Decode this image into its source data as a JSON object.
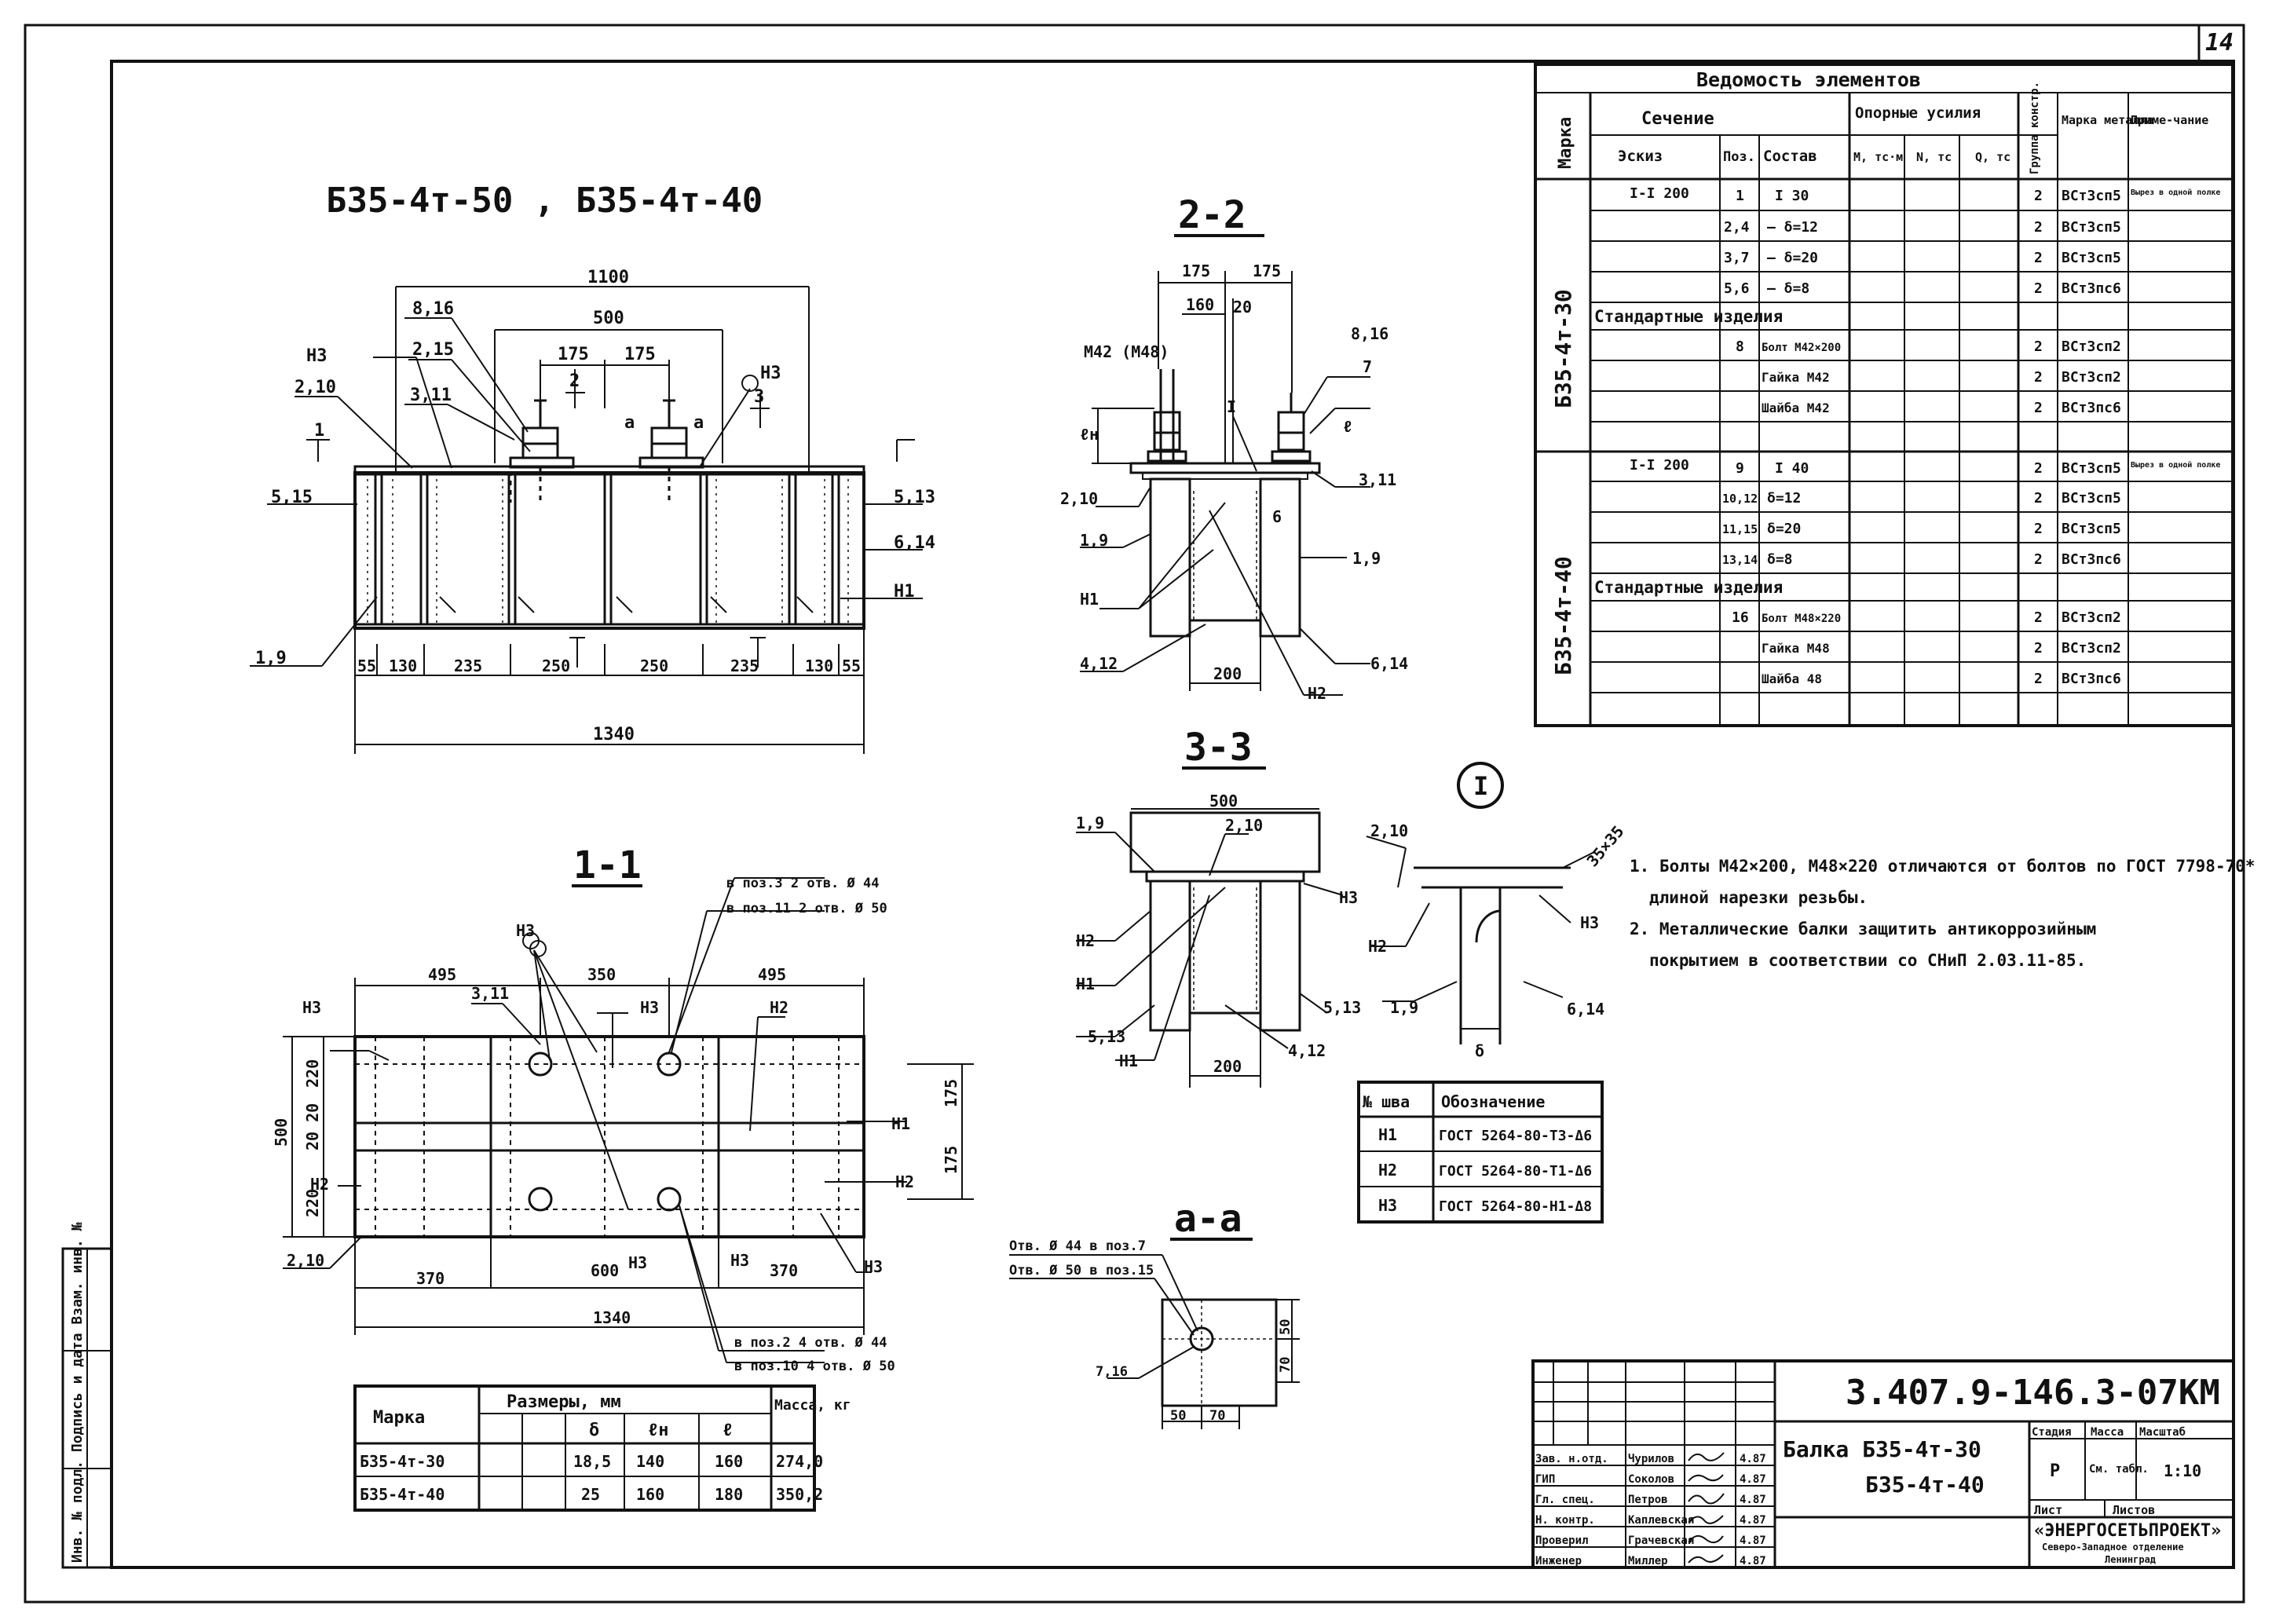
{
  "sheet": {
    "number": "14"
  },
  "main_title": "Б35-4т-50 , Б35-4т-40",
  "sections": {
    "s22": "2-2",
    "s33": "3-3",
    "s11": "1-1",
    "saa": "а-а",
    "node": "I"
  },
  "elevation": {
    "dims": {
      "d1100": "1100",
      "d500": "500",
      "d175a": "175",
      "d175b": "175",
      "d1340": "1340",
      "bottom": [
        "55",
        "130",
        "235",
        "250",
        "250",
        "235",
        "130",
        "55"
      ]
    },
    "labels": {
      "p816": "8,16",
      "p215": "2,15",
      "p311": "3,11",
      "p210": "2,10",
      "p515l": "5,15",
      "p515r": "5,13",
      "p614": "6,14",
      "p19": "1,9",
      "n3a": "Н3",
      "n3b": "Н3",
      "n1": "Н1",
      "cut1": "1",
      "cut2": "2",
      "cut3": "3",
      "a1": "а",
      "a2": "а"
    }
  },
  "section22": {
    "dims": {
      "d175a": "175",
      "d175b": "175",
      "d160": "160",
      "d20": "20",
      "d200": "200"
    },
    "labels": {
      "bolt": "М42 (М48)",
      "p816": "8,16",
      "p7": "7",
      "p210": "2,10",
      "p19a": "1,9",
      "p19b": "1,9",
      "n1": "Н1",
      "p412": "4,12",
      "p614": "6,14",
      "n2": "Н2",
      "p311": "3,11",
      "ln": "ℓн",
      "l": "ℓ",
      "node": "I",
      "p6": "6"
    }
  },
  "section33": {
    "dims": {
      "d500": "500",
      "d200": "200"
    },
    "labels": {
      "p19": "1,9",
      "p210": "2,10",
      "n3": "Н3",
      "n2": "Н2",
      "n1a": "Н1",
      "n1b": "Н1",
      "p513l": "5,13",
      "p513r": "5,13",
      "p412": "4,12"
    }
  },
  "node_detail": {
    "labels": {
      "p210": "2,10",
      "n2": "Н2",
      "n3": "Н3",
      "p19": "1,9",
      "p614": "6,14",
      "delta": "δ",
      "angle": "35×35"
    }
  },
  "section11": {
    "dims": {
      "d495a": "495",
      "d350": "350",
      "d495b": "495",
      "d370a": "370",
      "d600": "600",
      "d370b": "370",
      "d1340": "1340",
      "d500": "500",
      "d220a": "220",
      "d2020": "20 20",
      "d220b": "220",
      "d175a": "175",
      "d175b": "175"
    },
    "labels": {
      "n3": "Н3",
      "p311": "3,11",
      "n3b": "Н3",
      "n2": "Н2",
      "n3c": "Н3",
      "n1": "Н1",
      "n2b": "Н2",
      "n2c": "Н2",
      "p210": "2,10",
      "n3d": "Н3",
      "n3e": "Н3",
      "n3f": "Н3",
      "holes1": "в поз.3  2 отв. Ø 44",
      "holes2": "в поз.11  2 отв.  Ø 50",
      "holes3": "в поз.2  4 отв. Ø 44",
      "holes4": "в поз.10  4 отв. Ø 50"
    }
  },
  "sectionAA": {
    "labels": {
      "h1": "Отв. Ø 44 в поз.7",
      "h2": "Отв. Ø 50 в поз.15",
      "p716": "7,16",
      "d50a": "50",
      "d70": "70",
      "v50": "50",
      "v70": "70"
    }
  },
  "notes": [
    "1. Болты М42×200, М48×220 отличаются от болтов по ГОСТ 7798-70*",
    "длиной нарезки резьбы.",
    "2. Металлические балки защитить антикоррозийным",
    "покрытием в соответствии со СНиП 2.03.11-85."
  ],
  "elements_table": {
    "title": "Ведомость элементов",
    "headers": {
      "marka": "Марка",
      "sechenie": "Сечение",
      "opornye": "Опорные усилия",
      "gruppa": "Группа констр.",
      "marka_metalla": "Марка металла",
      "prim": "Приме-чание",
      "eskiz": "Эскиз",
      "pos": "Поз.",
      "sostav": "Состав",
      "m": "М, тс·м",
      "n": "N, тс",
      "q": "Q, тс"
    },
    "group1": "Б35-4т-30",
    "group2": "Б35-4т-40",
    "rows1": [
      {
        "eskiz": "I-I 200",
        "pos": "1",
        "sostav": "I 30",
        "gr": "2",
        "metal": "ВСт3сп5",
        "note": "Вырез в одной полке"
      },
      {
        "eskiz": "",
        "pos": "2,4",
        "sostav": "— δ=12",
        "gr": "2",
        "metal": "ВСт3сп5",
        "note": ""
      },
      {
        "eskiz": "",
        "pos": "3,7",
        "sostav": "— δ=20",
        "gr": "2",
        "metal": "ВСт3сп5",
        "note": ""
      },
      {
        "eskiz": "",
        "pos": "5,6",
        "sostav": "— δ=8",
        "gr": "2",
        "metal": "ВСт3пс6",
        "note": ""
      }
    ],
    "std1": "Стандартные изделия",
    "std_rows1": [
      {
        "pos": "8",
        "sostav": "Болт М42×200",
        "gr": "2",
        "metal": "ВСт3сп2"
      },
      {
        "pos": "",
        "sostav": "Гайка М42",
        "gr": "2",
        "metal": "ВСт3сп2"
      },
      {
        "pos": "",
        "sostav": "Шайба М42",
        "gr": "2",
        "metal": "ВСт3пс6"
      }
    ],
    "rows2": [
      {
        "eskiz": "I-I 200",
        "pos": "9",
        "sostav": "I 40",
        "gr": "2",
        "metal": "ВСт3сп5",
        "note": "Вырез в одной полке"
      },
      {
        "eskiz": "",
        "pos": "10,12",
        "sostav": "δ=12",
        "gr": "2",
        "metal": "ВСт3сп5",
        "note": ""
      },
      {
        "eskiz": "",
        "pos": "11,15",
        "sostav": "δ=20",
        "gr": "2",
        "metal": "ВСт3сп5",
        "note": ""
      },
      {
        "eskiz": "",
        "pos": "13,14",
        "sostav": "δ=8",
        "gr": "2",
        "metal": "ВСт3пс6",
        "note": ""
      }
    ],
    "std2": "Стандартные изделия",
    "std_rows2": [
      {
        "pos": "16",
        "sostav": "Болт М48×220",
        "gr": "2",
        "metal": "ВСт3сп2"
      },
      {
        "pos": "",
        "sostav": "Гайка М48",
        "gr": "2",
        "metal": "ВСт3сп2"
      },
      {
        "pos": "",
        "sostav": "Шайба 48",
        "gr": "2",
        "metal": "ВСт3пс6"
      }
    ]
  },
  "weld_table": {
    "headers": [
      "№ шва",
      "Обозначение"
    ],
    "rows": [
      [
        "Н1",
        "ГОСТ 5264-80-Т3-Δ6"
      ],
      [
        "Н2",
        "ГОСТ 5264-80-Т1-Δ6"
      ],
      [
        "Н3",
        "ГОСТ 5264-80-Н1-Δ8"
      ]
    ]
  },
  "size_table": {
    "headers": {
      "marka": "Марка",
      "razmery": "Размеры, мм",
      "massa": "Масса, кг",
      "delta": "δ",
      "ln": "ℓн",
      "l": "ℓ"
    },
    "rows": [
      [
        "Б35-4т-30",
        "18,5",
        "140",
        "160",
        "274,0"
      ],
      [
        "Б35-4т-40",
        "25",
        "160",
        "180",
        "350,2"
      ]
    ]
  },
  "title_block": {
    "code": "3.407.9-146.3-07КМ",
    "name1": "Балка Б35-4т-30",
    "name2": "Б35-4т-40",
    "stadia_h": "Стадия",
    "massa_h": "Масса",
    "masshtab_h": "Масштаб",
    "stadia": "Р",
    "massa": "См. табл.",
    "masshtab": "1:10",
    "list": "Лист",
    "listov": "Листов",
    "org": "«ЭНЕРГОСЕТЬПРОЕКТ»",
    "org2": "Северо-Западное отделение",
    "org3": "Ленинград",
    "roles": [
      "Зав. н.отд.",
      "ГИП",
      "Гл. спец.",
      "Н. контр.",
      "Проверил",
      "Инженер"
    ],
    "names": [
      "Чурилов",
      "Соколов",
      "Петров",
      "Каплевская",
      "Грачевская",
      "Миллер"
    ],
    "dates": [
      "4.87",
      "4.87",
      "4.87",
      "4.87",
      "4.87",
      "4.87"
    ]
  },
  "side_stamp": "Инв. № подл.   Подпись и дата   Взам. инв. №"
}
